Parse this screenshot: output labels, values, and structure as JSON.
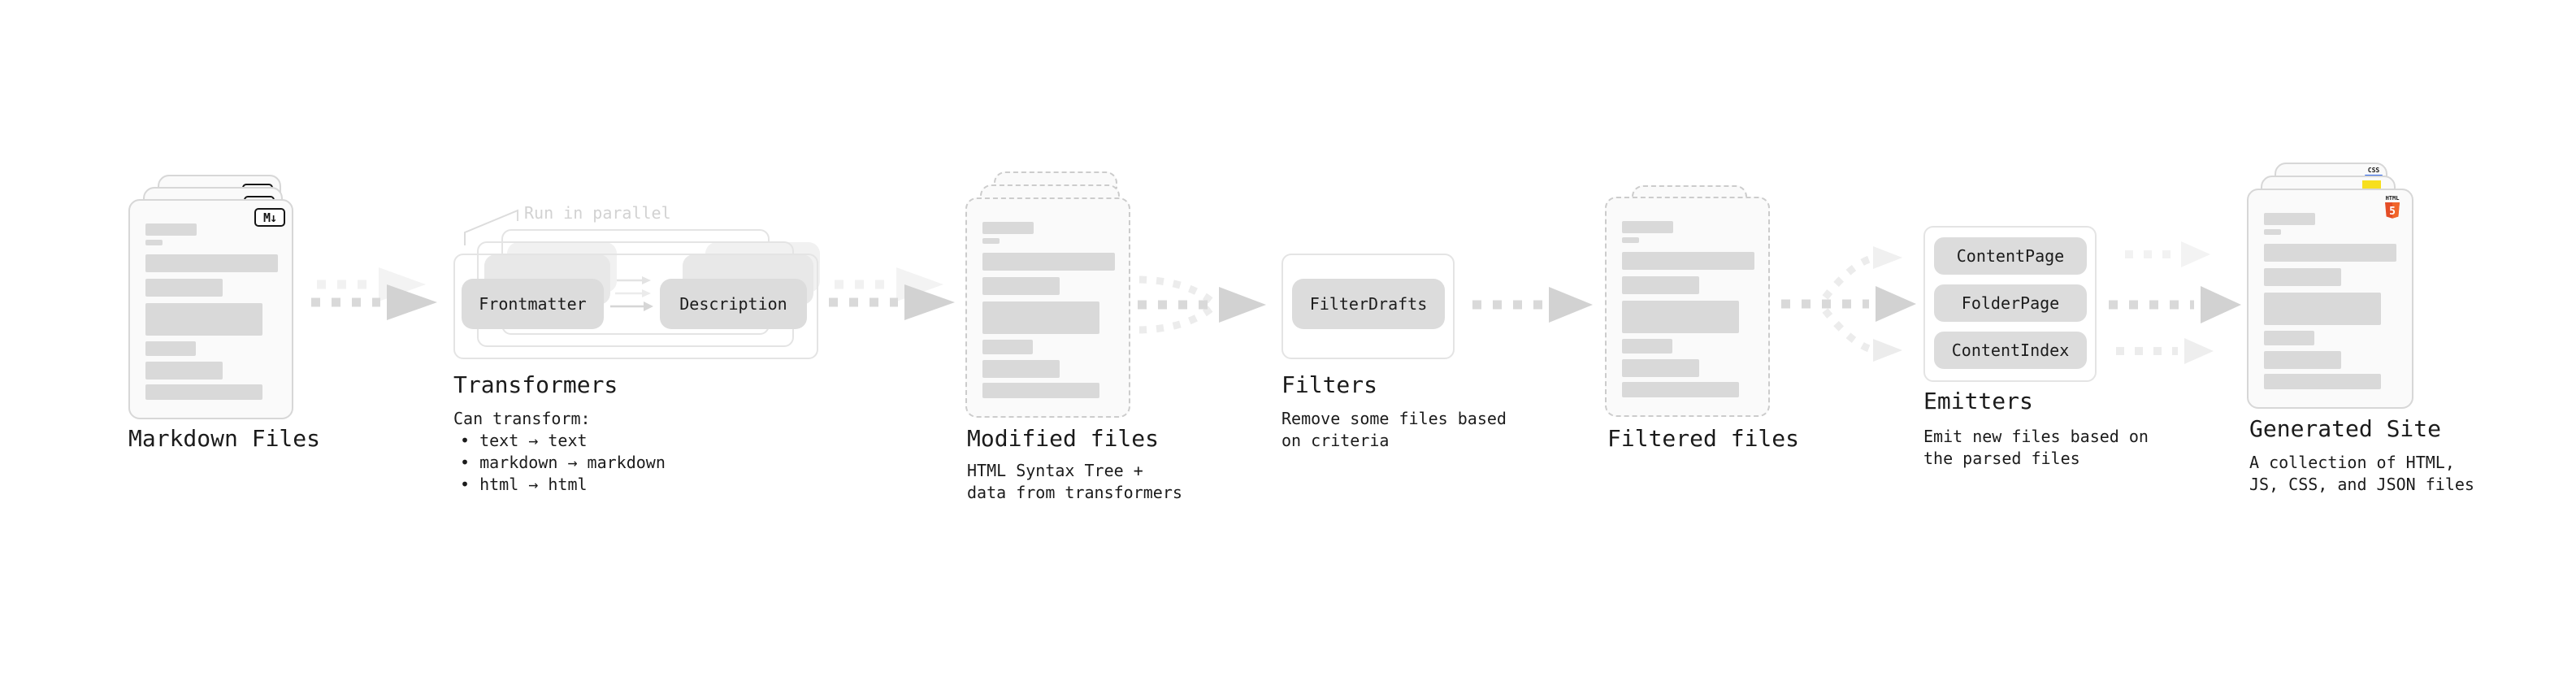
{
  "colors": {
    "canvas_bg": "#ffffff",
    "doc_bg": "#fafafa",
    "doc_border": "#d7d7d7",
    "doc_border_dashed": "#cccccc",
    "bar": "#d9d9d9",
    "pill_bg": "#dcdcdc",
    "pill_ghost1": "#e8e8e8",
    "pill_ghost2": "#f1f1f1",
    "container_border": "#e4e4e4",
    "arrow": "#d9d9d9",
    "arrow_head": "#d2d2d2",
    "arrow_ghost": "#f1f1f1",
    "text": "#1b1b1b",
    "muted_text": "#d2d2d2",
    "html5_orange": "#e44d26",
    "html5_orange_light": "#f16529",
    "js_yellow": "#f7df1e",
    "css_blue": "#2b63e8"
  },
  "nodes": {
    "markdown_files": {
      "label": "Markdown Files",
      "badge": "M↓"
    },
    "transformers": {
      "label": "Transformers",
      "annotation": "Run in parallel",
      "pills": [
        "Frontmatter",
        "Description"
      ],
      "description": [
        "Can transform:",
        "• text → text",
        "• markdown → markdown",
        "• html → html"
      ]
    },
    "modified_files": {
      "label": "Modified files",
      "description": [
        "HTML Syntax Tree +",
        "data from transformers"
      ]
    },
    "filters": {
      "label": "Filters",
      "pill": "FilterDrafts",
      "description": [
        "Remove some files based",
        "on criteria"
      ]
    },
    "filtered_files": {
      "label": "Filtered files"
    },
    "emitters": {
      "label": "Emitters",
      "pills": [
        "ContentPage",
        "FolderPage",
        "ContentIndex"
      ],
      "description": [
        "Emit new files based on",
        "the parsed files"
      ]
    },
    "generated_site": {
      "label": "Generated Site",
      "badges": {
        "css": "CSS",
        "html": "HTML",
        "html_number": "5"
      },
      "description": [
        "A collection of HTML,",
        "JS, CSS, and JSON files"
      ]
    }
  }
}
